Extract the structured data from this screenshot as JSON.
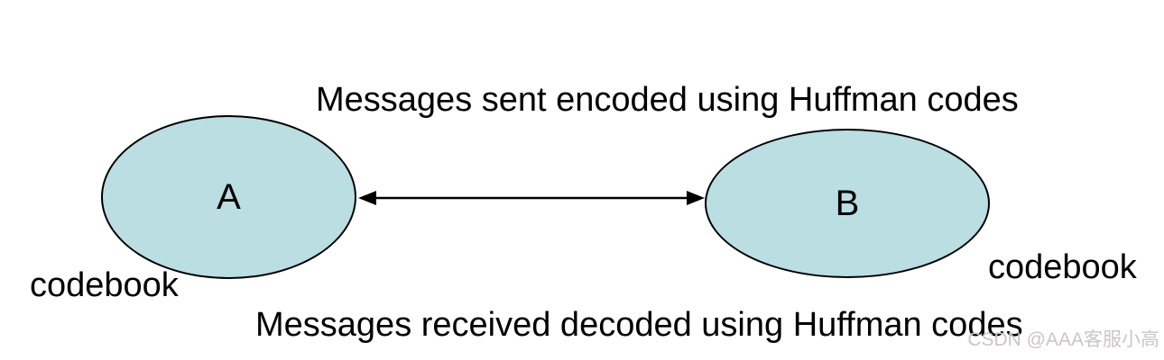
{
  "diagram": {
    "top_caption": "Messages sent encoded using Huffman codes",
    "bottom_caption": "Messages received decoded using Huffman codes",
    "nodes": [
      {
        "label": "A",
        "codebook_label": "codebook"
      },
      {
        "label": "B",
        "codebook_label": "codebook"
      }
    ],
    "connection": {
      "type": "bidirectional-arrow"
    },
    "watermark": "CSDN @AAA客服小高",
    "colors": {
      "node_fill": "#BADEE2",
      "node_stroke": "#000000",
      "caption_text": "#000000",
      "watermark_text": "#CBC5C5"
    }
  }
}
